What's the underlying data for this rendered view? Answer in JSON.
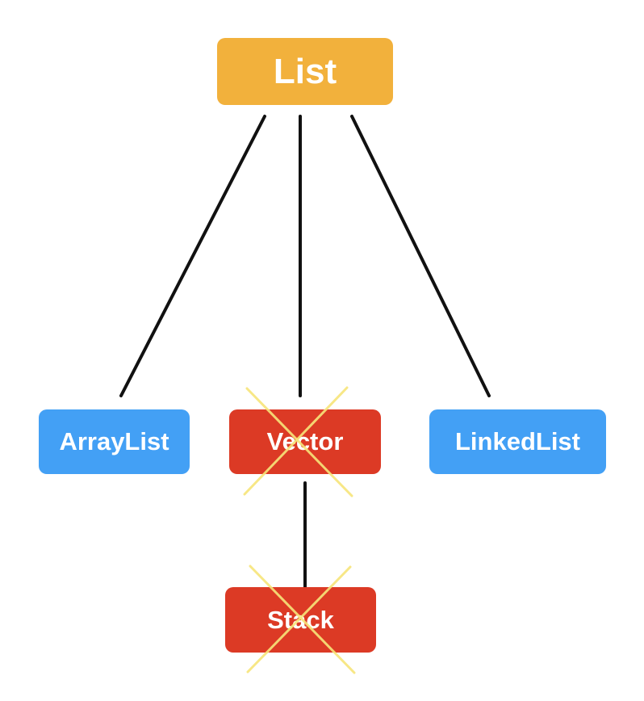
{
  "diagram": {
    "root": {
      "label": "List"
    },
    "children": [
      {
        "label": "ArrayList",
        "deprecated": false
      },
      {
        "label": "Vector",
        "deprecated": true
      },
      {
        "label": "LinkedList",
        "deprecated": false
      }
    ],
    "grandchildren": [
      {
        "label": "Stack",
        "parent": "Vector",
        "deprecated": true
      }
    ]
  },
  "colors": {
    "root_fill": "#f2b13c",
    "active_fill": "#43a0f5",
    "deprecated_fill": "#dc3a25",
    "cross_mark": "#f7e57a",
    "edge": "#111111",
    "label_text": "#ffffff"
  }
}
